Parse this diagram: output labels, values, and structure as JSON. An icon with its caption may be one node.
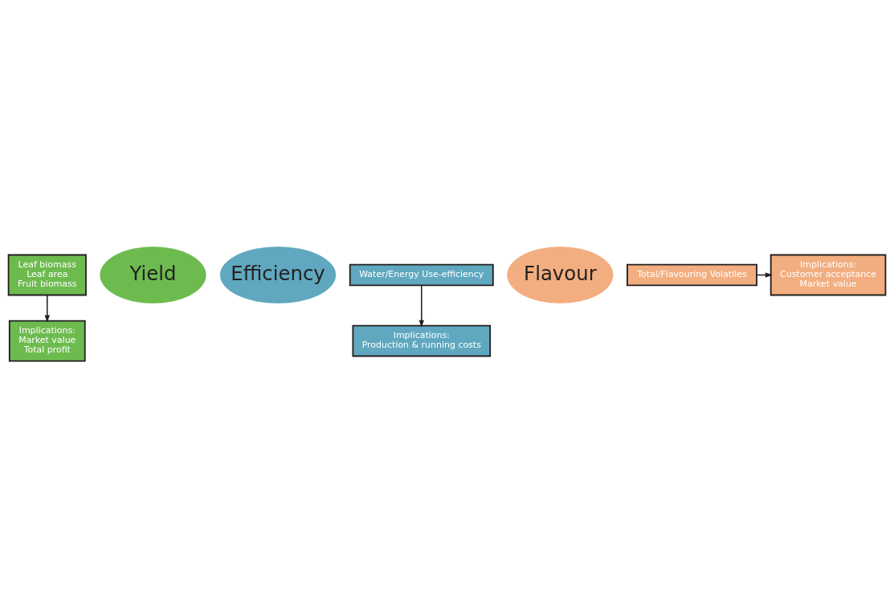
{
  "diagram": {
    "nodes": [
      {
        "text": [
          "Leaf biomass",
          "Leaf area",
          "Fruit biomass"
        ]
      },
      {
        "text": [
          "Yield"
        ]
      },
      {
        "text": [
          "Efficiency"
        ]
      },
      {
        "text": [
          "Water/Energy Use-efficiency"
        ]
      },
      {
        "text": [
          "Implications:",
          "Market value",
          "Total profit"
        ]
      },
      {
        "text": [
          "Implications:",
          "Production & running costs"
        ]
      },
      {
        "text": [
          "Flavour"
        ]
      },
      {
        "text": [
          "Total/Flavouring Volatiles"
        ]
      },
      {
        "text": [
          "Implications:",
          "Customer acceptance",
          "Market value"
        ]
      }
    ],
    "edges": [
      {
        "from": 0,
        "to": 4,
        "arrow": "to"
      },
      {
        "from": 3,
        "to": 5,
        "arrow": "to"
      },
      {
        "from": 7,
        "to": 8,
        "arrow": "to"
      }
    ]
  }
}
